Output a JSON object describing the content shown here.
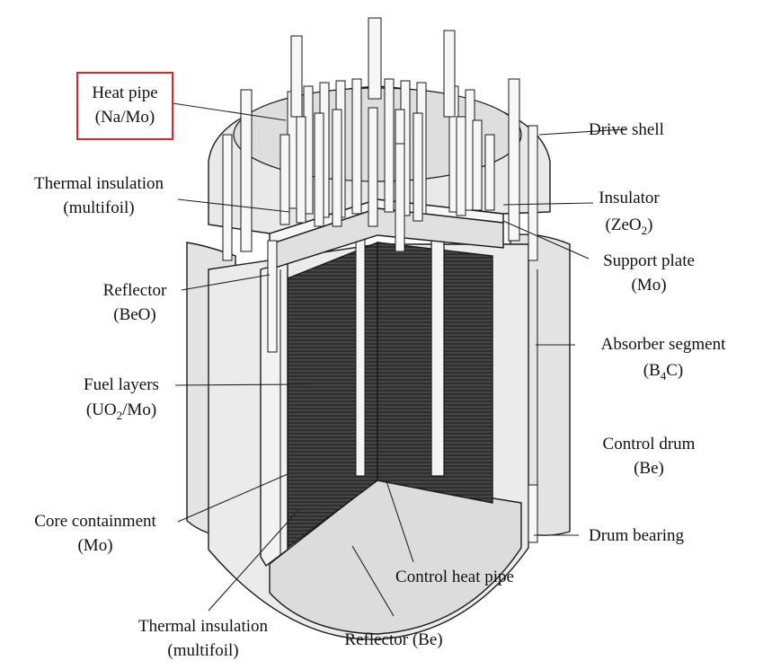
{
  "labels": {
    "heat_pipe": [
      "Heat pipe",
      "(Na/Mo)"
    ],
    "drive_shell": [
      "Drive shell"
    ],
    "thermal_insulation_top": [
      "Thermal insulation",
      "(multifoil)"
    ],
    "insulator": [
      "Insulator",
      "(ZeO",
      "2",
      ")"
    ],
    "support_plate": [
      "Support plate",
      "(Mo)"
    ],
    "reflector_beo": [
      "Reflector",
      "(BeO)"
    ],
    "absorber_segment": [
      "Absorber segment",
      "(B",
      "4",
      "C)"
    ],
    "fuel_layers": [
      "Fuel layers",
      "(UO",
      "2",
      "/Mo)"
    ],
    "control_drum": [
      "Control drum",
      "(Be)"
    ],
    "core_containment": [
      "Core containment",
      "(Mo)"
    ],
    "drum_bearing": [
      "Drum bearing"
    ],
    "control_heat_pipe": [
      "Control heat pipe"
    ],
    "thermal_insulation_bottom": [
      "Thermal insulation",
      "(multifoil)"
    ],
    "reflector_be": [
      "Reflector (Be)"
    ]
  },
  "colors": {
    "highlight_box": "#d9262b",
    "fuel": "#3a3a3a",
    "light_fill": "#e8e8e8",
    "mid_fill": "#d2d2d2"
  }
}
